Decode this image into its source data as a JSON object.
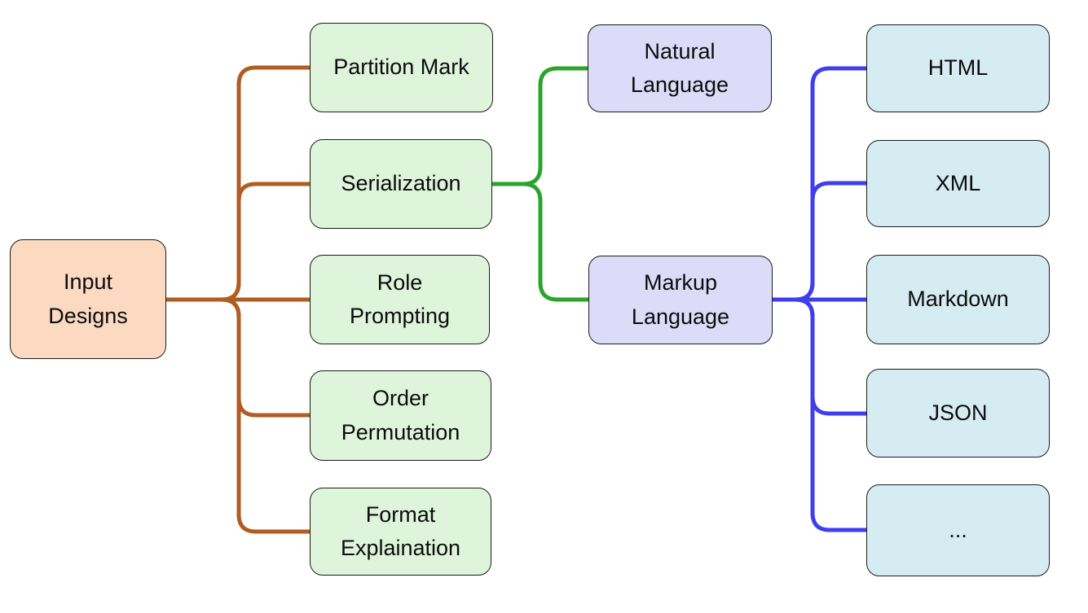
{
  "palette": {
    "background": "#ffffff",
    "node_border": "#1a1a1a",
    "root_fill": "#FBDAC1",
    "design_fill": "#DEF5DB",
    "language_fill": "#DDDCF8",
    "format_fill": "#D6ECF3",
    "root_edge_color": "#B05C22",
    "serialization_edge_color": "#2CA42C",
    "markup_edge_color": "#3E3EEF"
  },
  "nodes": {
    "input_designs": {
      "label": "Input\nDesigns"
    },
    "partition_mark": {
      "label": "Partition Mark"
    },
    "serialization": {
      "label": "Serialization"
    },
    "role_prompting": {
      "label": "Role\nPrompting"
    },
    "order_permutation": {
      "label": "Order\nPermutation"
    },
    "format_explaination": {
      "label": "Format\nExplaination"
    },
    "natural_language": {
      "label": "Natural\nLanguage"
    },
    "markup_language": {
      "label": "Markup\nLanguage"
    },
    "html": {
      "label": "HTML"
    },
    "xml": {
      "label": "XML"
    },
    "markdown": {
      "label": "Markdown"
    },
    "json": {
      "label": "JSON"
    },
    "more": {
      "label": "..."
    }
  },
  "edges": [
    {
      "from": "Input Designs",
      "to": "Partition Mark"
    },
    {
      "from": "Input Designs",
      "to": "Serialization"
    },
    {
      "from": "Input Designs",
      "to": "Role Prompting"
    },
    {
      "from": "Input Designs",
      "to": "Order Permutation"
    },
    {
      "from": "Input Designs",
      "to": "Format Explaination"
    },
    {
      "from": "Serialization",
      "to": "Natural Language"
    },
    {
      "from": "Serialization",
      "to": "Markup Language"
    },
    {
      "from": "Markup Language",
      "to": "HTML"
    },
    {
      "from": "Markup Language",
      "to": "XML"
    },
    {
      "from": "Markup Language",
      "to": "Markdown"
    },
    {
      "from": "Markup Language",
      "to": "JSON"
    },
    {
      "from": "Markup Language",
      "to": "..."
    }
  ]
}
